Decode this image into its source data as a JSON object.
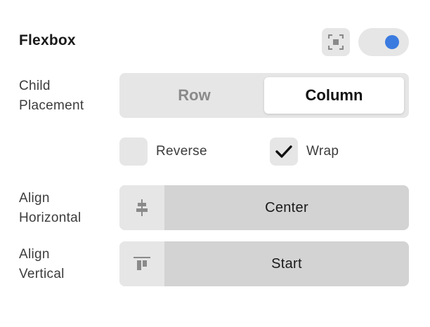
{
  "header": {
    "title": "Flexbox",
    "focus_icon": "focus-frame-icon",
    "toggle_on": true,
    "accent_color": "#3b7be0"
  },
  "child_placement": {
    "label": "Child\nPlacement",
    "options": [
      "Row",
      "Column"
    ],
    "selected": "Column"
  },
  "checkboxes": {
    "reverse": {
      "label": "Reverse",
      "checked": false
    },
    "wrap": {
      "label": "Wrap",
      "checked": true
    }
  },
  "align_horizontal": {
    "label": "Align\nHorizontal",
    "icon": "align-center-horizontal-icon",
    "value": "Center"
  },
  "align_vertical": {
    "label": "Align\nVertical",
    "icon": "align-top-icon",
    "value": "Start"
  }
}
